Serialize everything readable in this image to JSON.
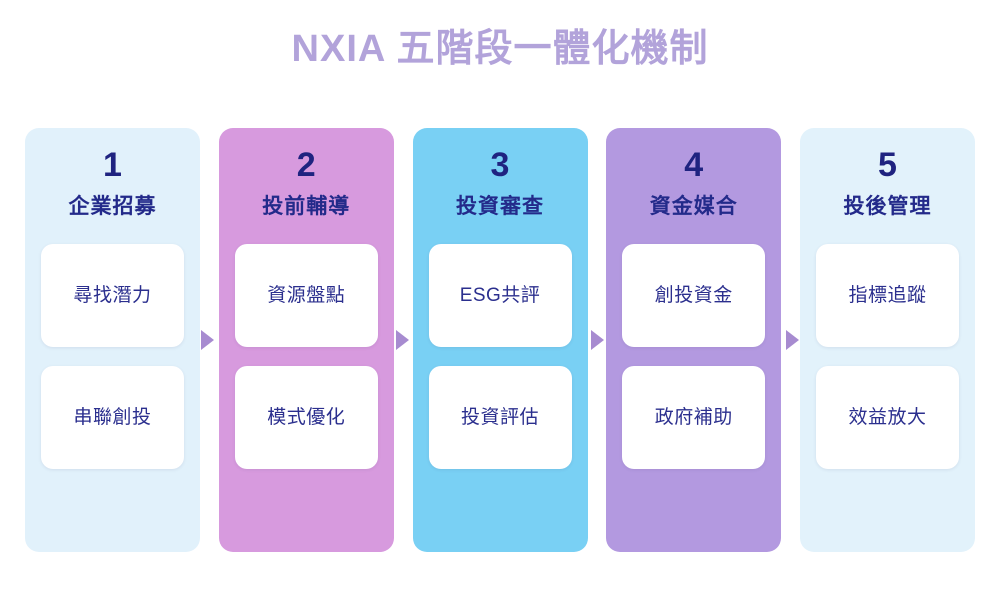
{
  "title": "NXIA 五階段一體化機制",
  "colors": {
    "title": "#b2a3da",
    "number": "#1f2380",
    "stage_title": "#232a8a",
    "card_text": "#2b2f8e",
    "arrow": "#a78bd0",
    "card_bg": "#ffffff",
    "page_bg": "#ffffff"
  },
  "arrows": [
    {
      "name": "arrow-stage1-to-stage2",
      "glyph": "▶"
    },
    {
      "name": "arrow-stage2-to-stage3",
      "glyph": "▶"
    },
    {
      "name": "arrow-stage3-to-stage4",
      "glyph": "▶"
    },
    {
      "name": "arrow-stage4-to-stage5",
      "glyph": "▶"
    }
  ],
  "stages": [
    {
      "number": "1",
      "title": "企業招募",
      "bg": "#e1f1fb",
      "cards": [
        {
          "label": "尋找潛力"
        },
        {
          "label": "串聯創投"
        }
      ]
    },
    {
      "number": "2",
      "title": "投前輔導",
      "bg": "#d79ade",
      "cards": [
        {
          "label": "資源盤點"
        },
        {
          "label": "模式優化"
        }
      ]
    },
    {
      "number": "3",
      "title": "投資審查",
      "bg": "#79d0f4",
      "cards": [
        {
          "label": "ESG共評"
        },
        {
          "label": "投資評估"
        }
      ]
    },
    {
      "number": "4",
      "title": "資金媒合",
      "bg": "#b399e0",
      "cards": [
        {
          "label": "創投資金"
        },
        {
          "label": "政府補助"
        }
      ]
    },
    {
      "number": "5",
      "title": "投後管理",
      "bg": "#e2f2fb",
      "cards": [
        {
          "label": "指標追蹤"
        },
        {
          "label": "效益放大"
        }
      ]
    }
  ]
}
